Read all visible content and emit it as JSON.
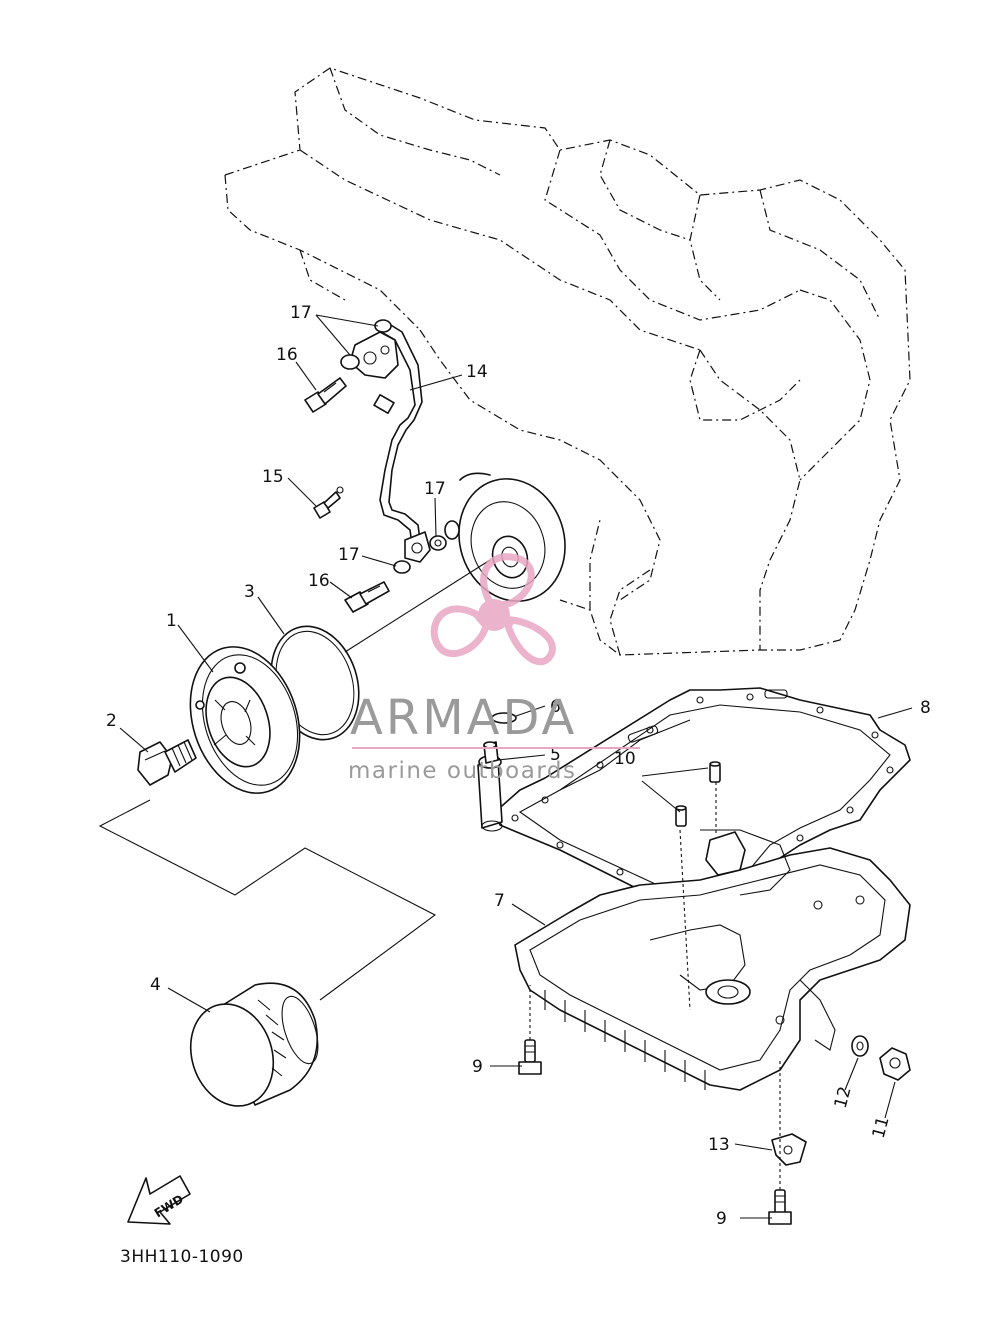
{
  "callouts": {
    "c1": "1",
    "c2": "2",
    "c3": "3",
    "c4": "4",
    "c5": "5",
    "c6": "6",
    "c7": "7",
    "c8": "8",
    "c9a": "9",
    "c9b": "9",
    "c10": "10",
    "c11": "11",
    "c12": "12",
    "c13": "13",
    "c14": "14",
    "c15": "15",
    "c16a": "16",
    "c16b": "16",
    "c17a": "17",
    "c17b": "17",
    "c17c": "17"
  },
  "fwd_label": "FWD",
  "drawing_code": "3HH110-1090",
  "watermark": {
    "brand": "ARMADA",
    "tagline": "marine outboards",
    "color_logo": "#e9a6c4",
    "color_text": "#9a9a9a"
  },
  "icons": {
    "fwd_arrow": "left-down-arrow-icon",
    "logo": "propeller-logo-icon"
  }
}
